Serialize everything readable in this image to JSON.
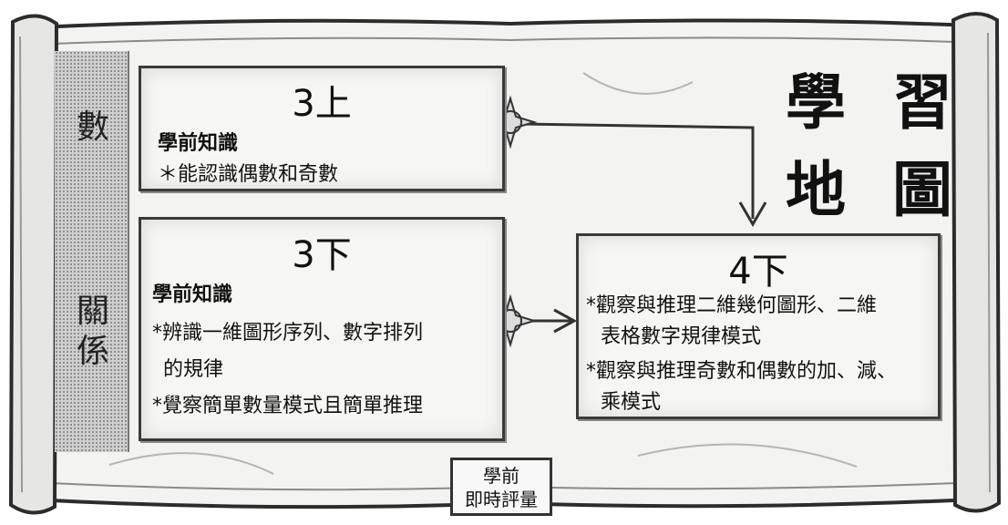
{
  "title": {
    "line1": "學 習",
    "line2": "地 圖"
  },
  "sidebar": {
    "top_label": "數",
    "bottom_label": "關係"
  },
  "cards": {
    "c3a": {
      "grade": "3上",
      "heading": "學前知識",
      "lines": [
        "＊能認識偶數和奇數"
      ]
    },
    "c3b": {
      "grade": "3下",
      "heading": "學前知識",
      "lines": [
        "*辨識一維圖形序列、數字排列",
        "的規律",
        "*覺察簡單數量模式且簡單推理"
      ]
    },
    "c4b": {
      "grade": "4下",
      "lines": [
        "*觀察與推理二維幾何圖形、二維",
        "表格數字規律模式",
        "*觀察與推理奇數和偶數的加、減、",
        "乘模式"
      ]
    }
  },
  "badge": {
    "line1": "學前",
    "line2": "即時評量"
  }
}
